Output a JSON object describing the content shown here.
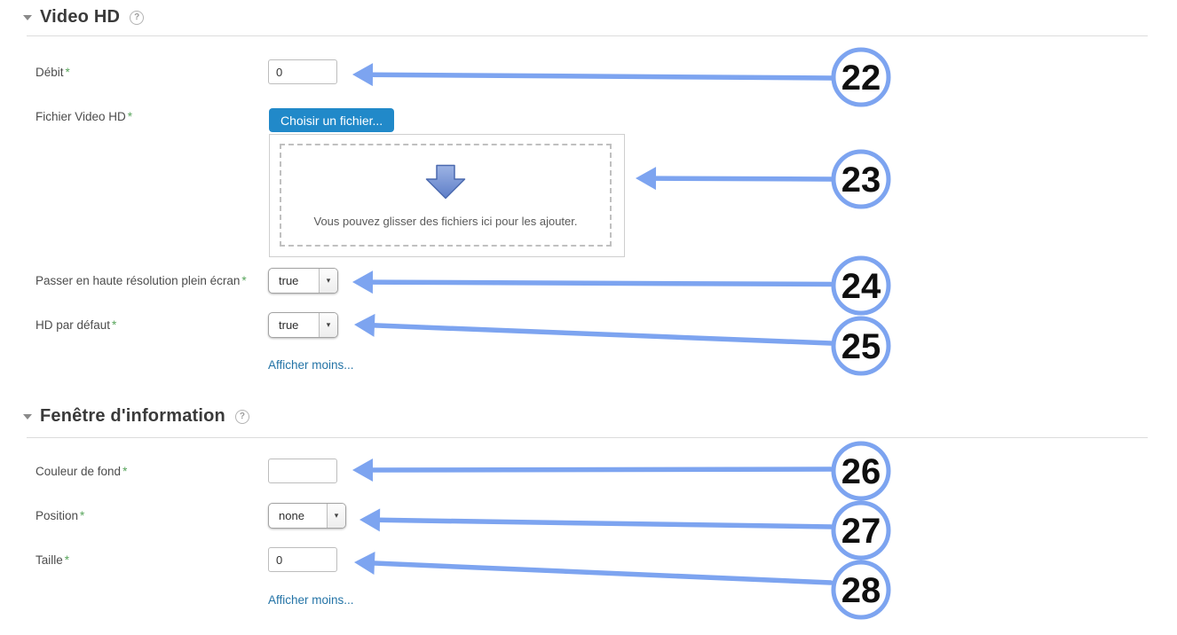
{
  "colors": {
    "annotation_blue": "#7da4f0",
    "file_button_blue": "#2189c9",
    "link_blue": "#2373a6",
    "required_green": "#58a55c",
    "dropzone_arrow_blue": "#5d7ec8"
  },
  "icons": {
    "collapse_triangle": "triangle-down",
    "help": "?",
    "select_caret": "▾",
    "dropzone_arrow": "download-arrow"
  },
  "sections": [
    {
      "title": "Video HD",
      "help": "?",
      "show_less": "Afficher moins...",
      "rows": {
        "debit": {
          "label": "Débit",
          "required": "*",
          "value": "0"
        },
        "fichier": {
          "label": "Fichier Video HD",
          "required": "*",
          "choose_button": "Choisir un fichier...",
          "dropzone_hint": "Vous pouvez glisser des fichiers ici pour les ajouter."
        },
        "fullscreen_hd": {
          "label": "Passer en haute résolution plein écran",
          "required": "*",
          "value": "true"
        },
        "hd_default": {
          "label": "HD par défaut",
          "required": "*",
          "value": "true"
        }
      }
    },
    {
      "title": "Fenêtre d'information",
      "help": "?",
      "show_less": "Afficher moins...",
      "rows": {
        "couleur": {
          "label": "Couleur de fond",
          "required": "*",
          "value": ""
        },
        "position": {
          "label": "Position",
          "required": "*",
          "value": "none"
        },
        "taille": {
          "label": "Taille",
          "required": "*",
          "value": "0"
        }
      }
    }
  ],
  "annotations": {
    "numbers": [
      "22",
      "23",
      "24",
      "25",
      "26",
      "27",
      "28"
    ]
  }
}
